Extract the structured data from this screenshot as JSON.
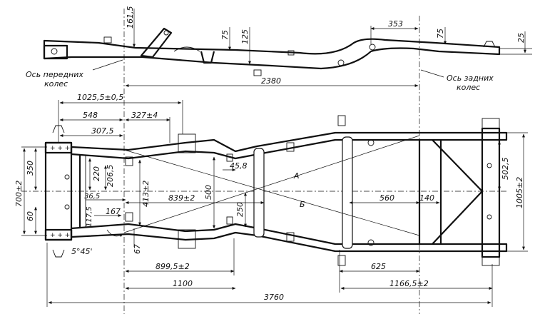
{
  "labels": {
    "front_axle_line1": "Ось передних",
    "front_axle_line2": "колес",
    "rear_axle_line1": "Ось задних",
    "rear_axle_line2": "колес",
    "diag_a": "А",
    "diag_b": "Б"
  },
  "side_view_dims": {
    "d161_5": "161,5",
    "d75_front": "75",
    "d125": "125",
    "d353": "353",
    "d75_rear": "75",
    "d25": "25",
    "d2380": "2380"
  },
  "plan_view_dims": {
    "d1025_5": "1025,5±0,5",
    "d548": "548",
    "d327": "327±4",
    "d307_5": "307,5",
    "d350": "350",
    "d700": "700±2",
    "d60": "60",
    "d220": "220",
    "d206_5": "206,5",
    "d413": "413±2",
    "d36_5": "36,5",
    "d117_5": "117,5",
    "d167": "167",
    "d5_45": "5°45'",
    "d67": "67",
    "d839_5": "839±2",
    "d500": "500",
    "d250": "250",
    "d45_8": "45,8",
    "d560": "560",
    "d140": "140",
    "d502_5": "502,5",
    "d1005": "1005±2",
    "d899_5": "899,5±2",
    "d625": "625",
    "d1100": "1100",
    "d1166_5": "1166,5±2",
    "d3760": "3760"
  }
}
